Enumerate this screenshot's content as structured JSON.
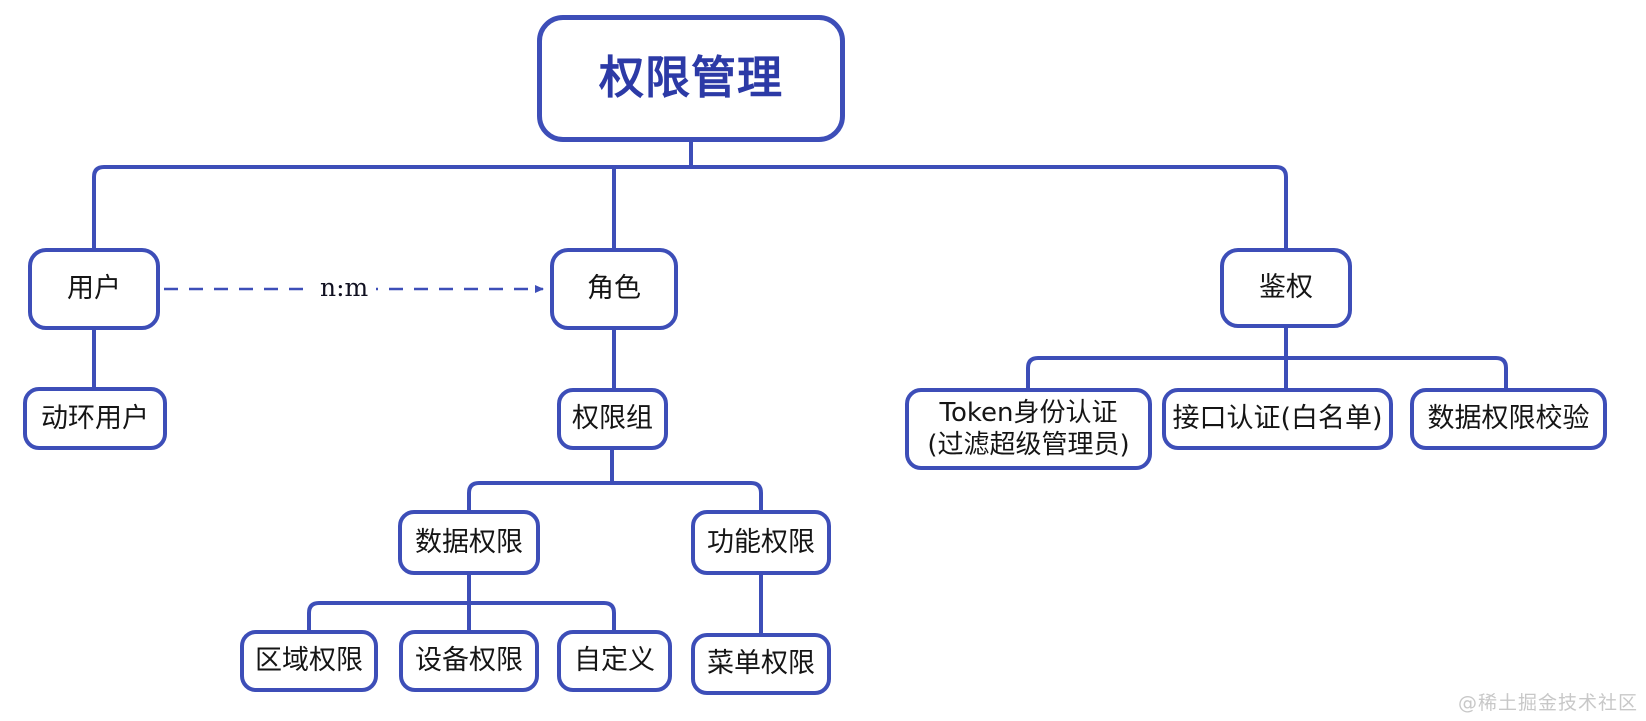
{
  "diagram": {
    "root": {
      "label": "权限管理"
    },
    "nodes": {
      "user": {
        "label": "用户"
      },
      "role": {
        "label": "角色"
      },
      "auth": {
        "label": "鉴权"
      },
      "donghuan_user": {
        "label": "动环用户"
      },
      "permission_group": {
        "label": "权限组"
      },
      "token_auth": {
        "label_line1": "Token身份认证",
        "label_line2": "(过滤超级管理员)"
      },
      "api_auth": {
        "label": "接口认证(白名单)"
      },
      "data_perm_check": {
        "label": "数据权限校验"
      },
      "data_permission": {
        "label": "数据权限"
      },
      "function_permission": {
        "label": "功能权限"
      },
      "area_permission": {
        "label": "区域权限"
      },
      "device_permission": {
        "label": "设备权限"
      },
      "custom": {
        "label": "自定义"
      },
      "menu_permission": {
        "label": "菜单权限"
      }
    },
    "edges": {
      "user_role_relation_label": "n:m"
    },
    "colors": {
      "line": "#3d4eb8",
      "root_text": "#2c3aa6",
      "node_text": "#151515",
      "watermark_text": "#c8c8c8"
    },
    "watermark": "@稀土掘金技术社区"
  }
}
